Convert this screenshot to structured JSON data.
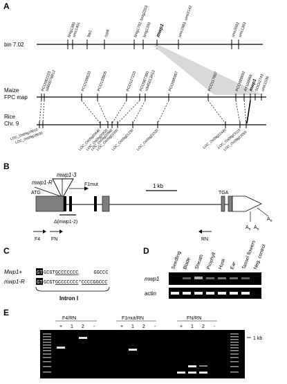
{
  "panels": {
    "A": {
      "letter": "A",
      "bin_label": "bin 7.02",
      "bin_markers": [
        "bnlg1380",
        "umc1401",
        "lpp1",
        "cyp6",
        "bnlg1792, bnlg2203",
        "bnlg1200",
        "mwp1",
        "umc1983, umc2142",
        "umc2092",
        "umc1393"
      ],
      "fpc_label_1": "Maize",
      "fpc_label_2": "FPC map",
      "fpc_markers": [
        "PCO062223",
        "si660076B12",
        "PCO109533",
        "PCO133805",
        "PCO127210",
        "PCO087360",
        "si945013A12",
        "PCO095957",
        "PCO117607",
        "PCO089692",
        "AY109968",
        "mwp1",
        "SOGI1743",
        "umc1036"
      ],
      "rice_label_1": "Rice",
      "rice_label_2": "Chr. 9",
      "rice_loci": [
        "LOC_Os09g18610",
        "LOC_Os09g18630",
        "LOC_Os09g20640",
        "LOC_Os09g20820",
        "LOC_Os09g20860",
        "LOC_Os09g21000",
        "LOC_Os09g21230",
        "LOC_Os09g21520",
        "LOC_Os09g22440",
        "LOC_Os09g23110",
        "LOC_Os09g23260"
      ]
    },
    "B": {
      "letter": "B",
      "allele_r": "mwp1-R",
      "allele_3": "mwp1-3",
      "f1mut": "F1mut",
      "atg": "ATG",
      "tga": "TGA",
      "deletion": "Δ(mwp1-2)",
      "scale": "1 kb",
      "poly_a": "A",
      "poly_a_sub": "n",
      "primers": [
        "F4",
        "FN",
        "RN"
      ]
    },
    "C": {
      "letter": "C",
      "row1_label": "Mwp1+",
      "row1_box": "GT",
      "row1_seq_a": "GCGT",
      "row1_seq_b": "GCCCCCCC",
      "row1_seq_c": "GGCCC",
      "row2_label": "mwp1-R",
      "row2_box": "GT",
      "row2_seq_a": "GCGT",
      "row2_seq_b": "GCCCCCCC",
      "row2_star": "*",
      "row2_seq_c": "CCCCGGCCC",
      "intron_label": "Intron I"
    },
    "D": {
      "letter": "D",
      "columns": [
        "Seedling",
        "Blade",
        "Sheath",
        "Prophyll",
        "Husk",
        "Ear",
        "Tassel flowers",
        "Neg. control"
      ],
      "rows": [
        "mwp1",
        "actin"
      ]
    },
    "E": {
      "letter": "E",
      "groups": [
        "F4/RN",
        "F1mut/RN",
        "FN/RN"
      ],
      "lane_labels": [
        "+",
        "1",
        "2",
        "-"
      ],
      "size_marker": "1 kb"
    }
  }
}
